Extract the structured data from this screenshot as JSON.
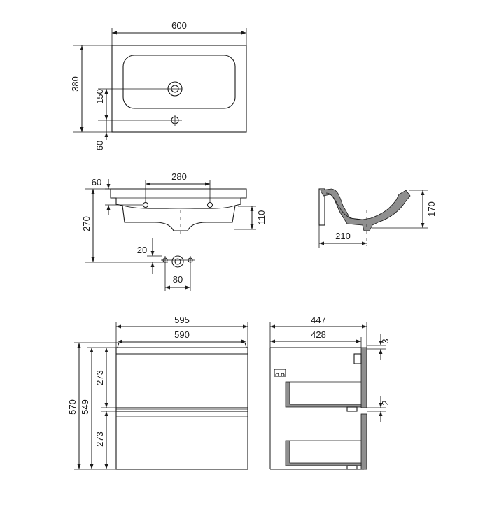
{
  "basin_top": {
    "width_dim": "600",
    "depth_dim": "380",
    "hole_offset_dim": "150",
    "edge_offset_dim": "60"
  },
  "basin_front": {
    "rim_dim": "60",
    "mount_spacing_dim": "280",
    "height_dim": "270",
    "bowl_height_dim": "110",
    "hole_offset_dim": "20",
    "hole_spacing_dim": "80"
  },
  "basin_side": {
    "height_dim": "170",
    "depth_dim": "210"
  },
  "cabinet_front": {
    "outer_width_dim": "595",
    "inner_width_dim": "590",
    "total_height_dim": "570",
    "body_height_dim": "549",
    "upper_drawer_dim": "273",
    "lower_drawer_dim": "273"
  },
  "cabinet_side": {
    "outer_depth_dim": "447",
    "inner_depth_dim": "428",
    "top_gap_dim": "3",
    "drawer_gap_dim": "2"
  }
}
